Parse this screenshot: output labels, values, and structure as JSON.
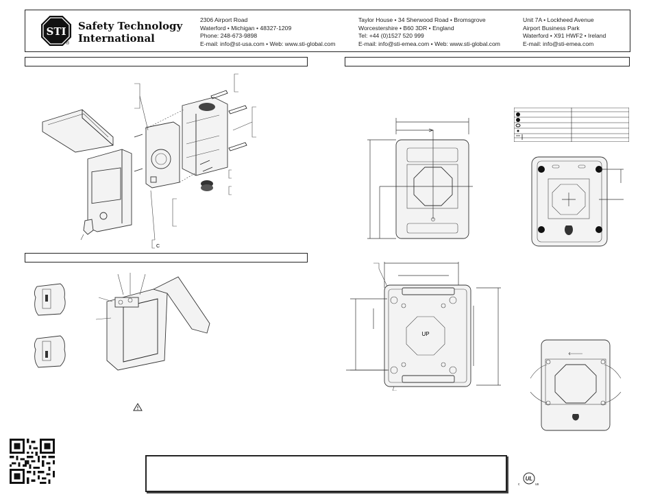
{
  "brand": {
    "logo_text": "STI",
    "registered": "®",
    "company_line1": "Safety Technology",
    "company_line2": "International"
  },
  "offices": [
    {
      "lines": [
        "2306 Airport Road",
        "Waterford • Michigan • 48327-1209",
        "Phone: 248-673-9898",
        "E-mail: info@st-usa.com • Web: www.sti-global.com"
      ]
    },
    {
      "lines": [
        "Taylor House • 34 Sherwood Road • Bromsgrove",
        "Worcestershire • B60 3DR • England",
        "Tel: +44 (0)1527 520 999",
        "E-mail: info@sti-emea.com • Web: www.sti-global.com"
      ]
    },
    {
      "lines": [
        "Unit 7A • Lockheed Avenue",
        "Airport Business Park",
        "Waterford • X91 HWF2 • Ireland",
        "E-mail: info@sti-emea.com"
      ]
    }
  ],
  "diagram_labels": {
    "exploded_label_c": "C",
    "up_arrow_text": "UP"
  },
  "cert": {
    "ul_text": "UL",
    "c_text": "c",
    "us_text": "us"
  },
  "icons": {
    "warning": "warning-triangle-icon",
    "qr": "qr-code-icon",
    "logo": "stop-sign-octagon-icon"
  }
}
